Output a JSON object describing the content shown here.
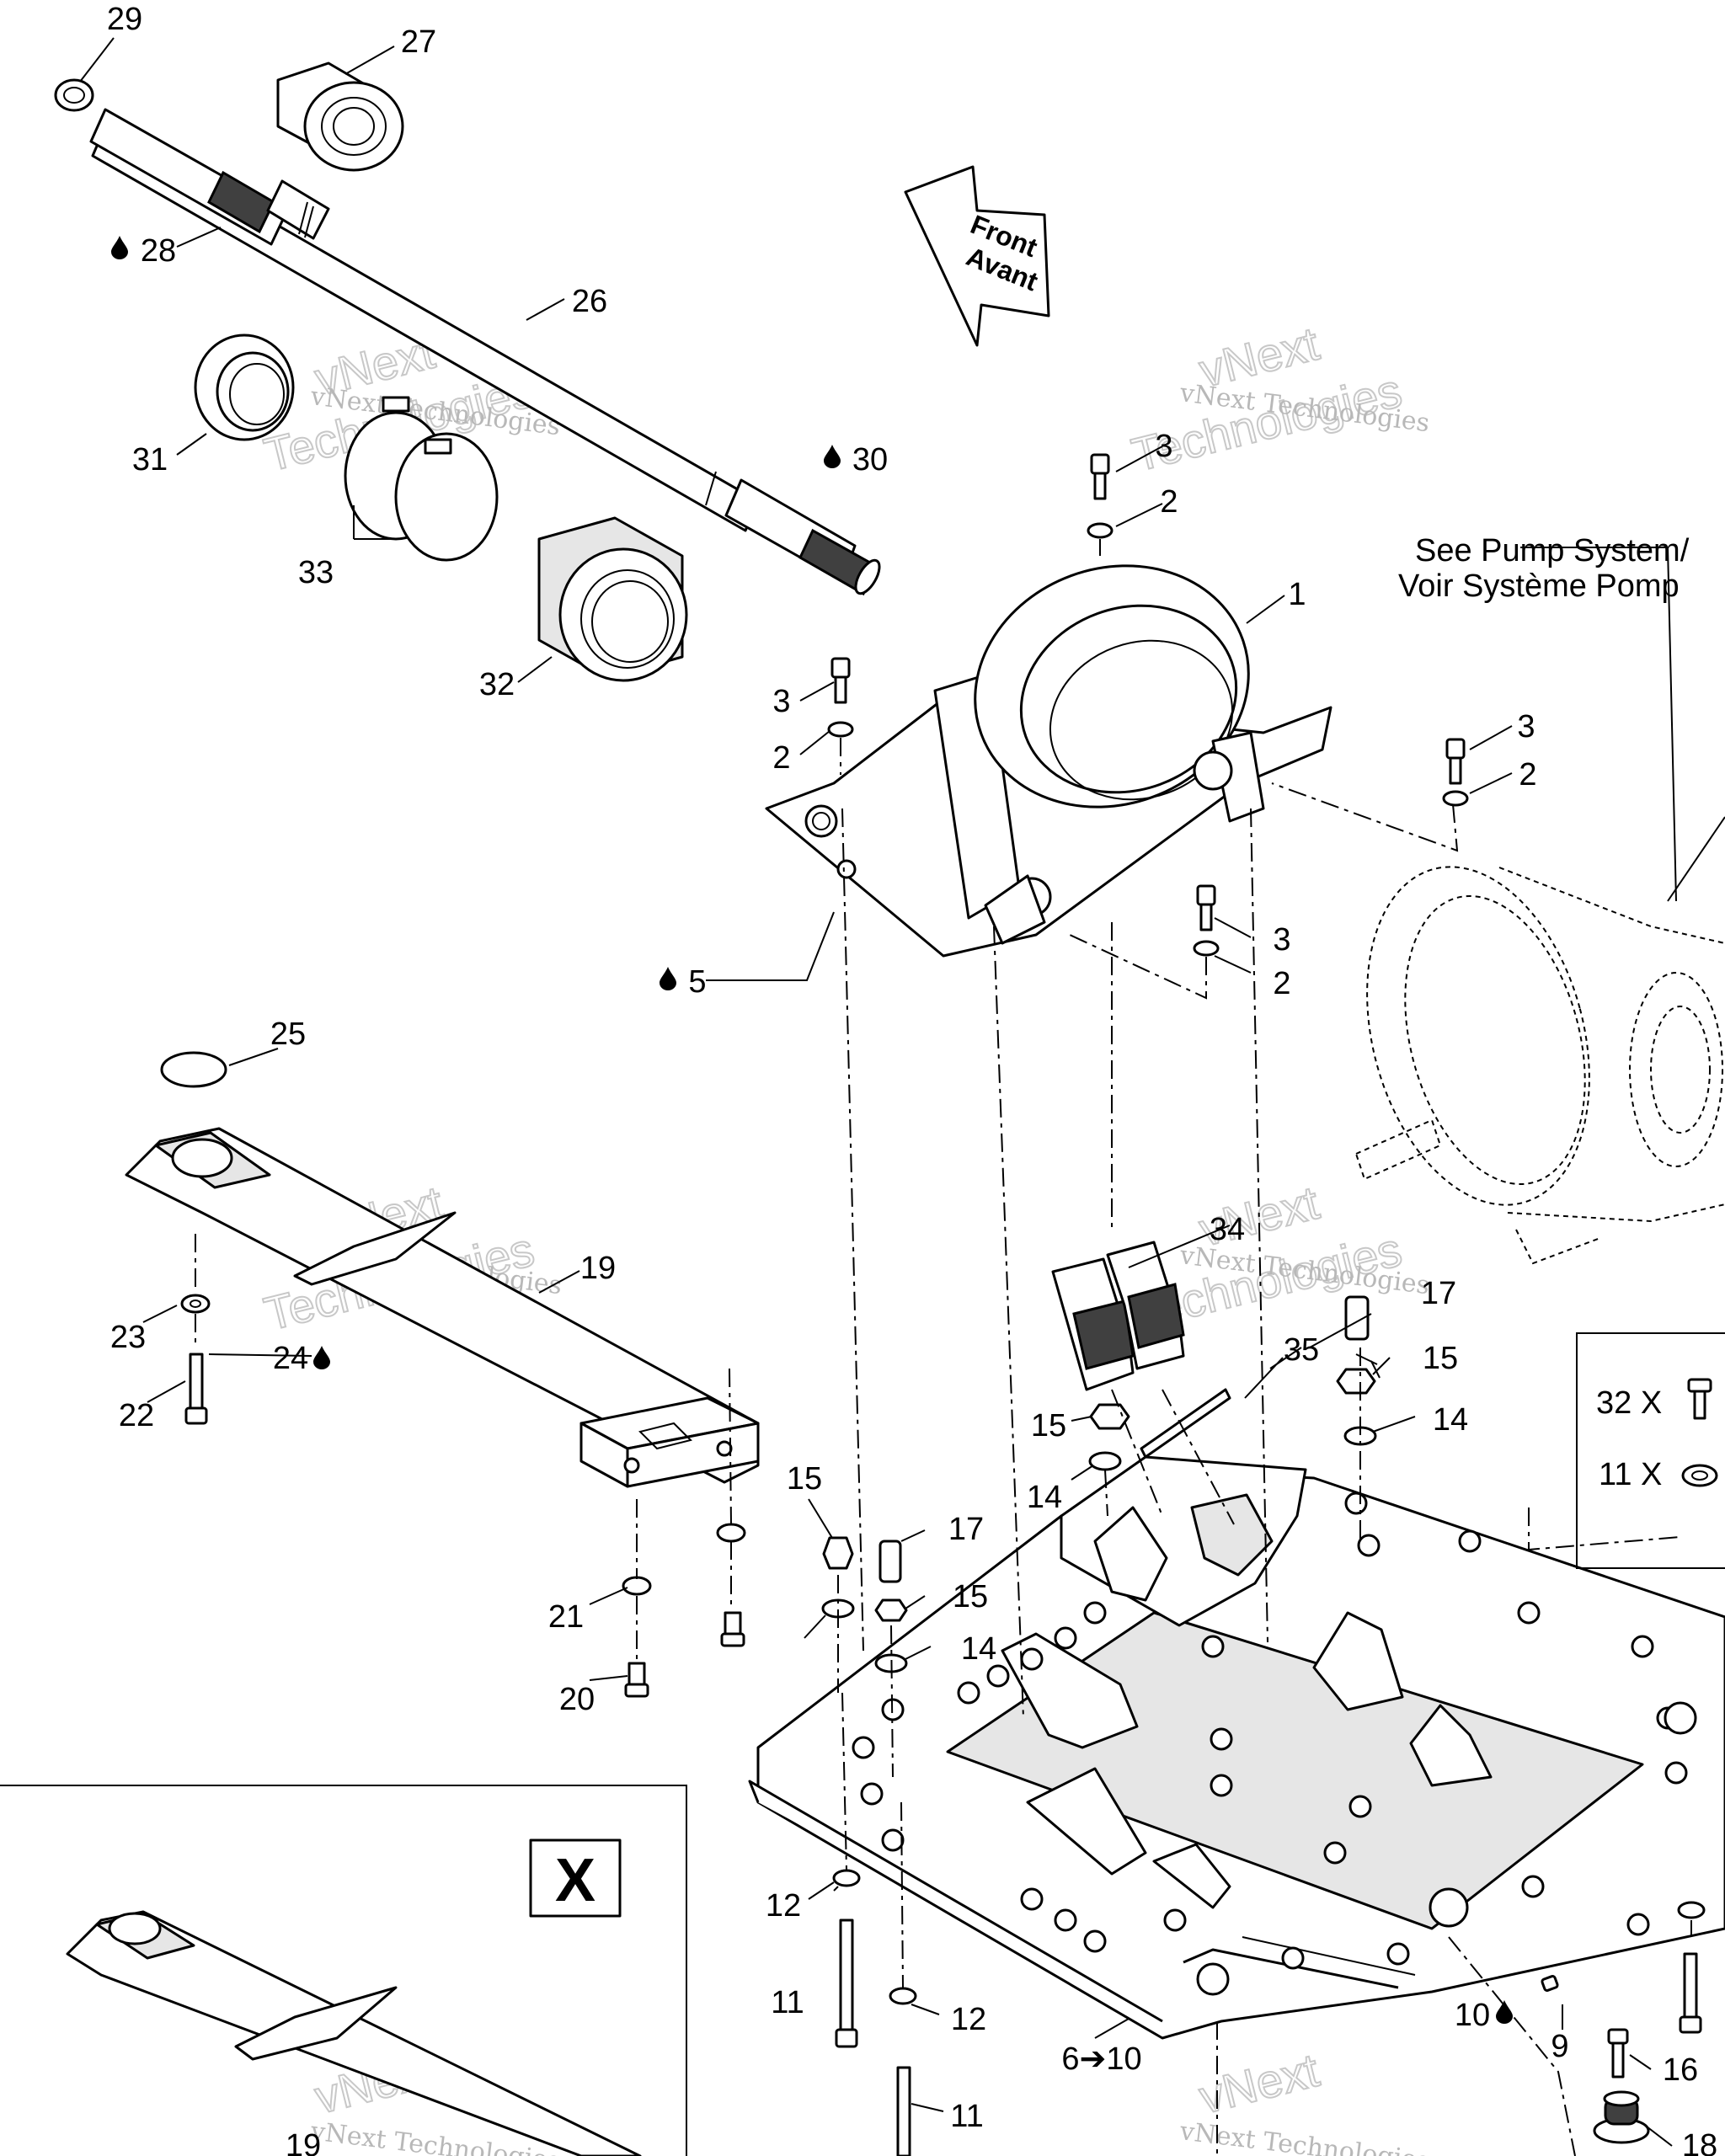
{
  "front_arrow": {
    "line1": "Front",
    "line2": "Avant"
  },
  "see_note": {
    "line1": "See Pump System/",
    "line2": "Voir Système Pomp"
  },
  "watermark": {
    "small": "vNext Technologies",
    "big1": "vNext",
    "big2": "Technologies"
  },
  "detail_box": {
    "letter": "X"
  },
  "inset": {
    "row1_label": "32 X",
    "row2_label": "11 X"
  },
  "callouts": {
    "c1": "1",
    "c2a": "2",
    "c2b": "2",
    "c2c": "2",
    "c2d": "2",
    "c3a": "3",
    "c3b": "3",
    "c3c": "3",
    "c3d": "3",
    "c5": "5",
    "c6": "6➔10",
    "c9": "9",
    "c10": "10",
    "c11a": "11",
    "c11b": "11",
    "c12a": "12",
    "c12b": "12",
    "c14a": "14",
    "c14b": "14",
    "c14c": "14",
    "c15a": "15",
    "c15b": "15",
    "c15c": "15",
    "c15d": "15",
    "c16": "16",
    "c17a": "17",
    "c17b": "17",
    "c18": "18",
    "c19a": "19",
    "c19b": "19",
    "c20": "20",
    "c21": "21",
    "c22": "22",
    "c23": "23",
    "c24": "24",
    "c25": "25",
    "c26": "26",
    "c27": "27",
    "c28": "28",
    "c29": "29",
    "c30": "30",
    "c31": "31",
    "c32": "32",
    "c33": "33",
    "c34": "34",
    "c35": "35"
  }
}
